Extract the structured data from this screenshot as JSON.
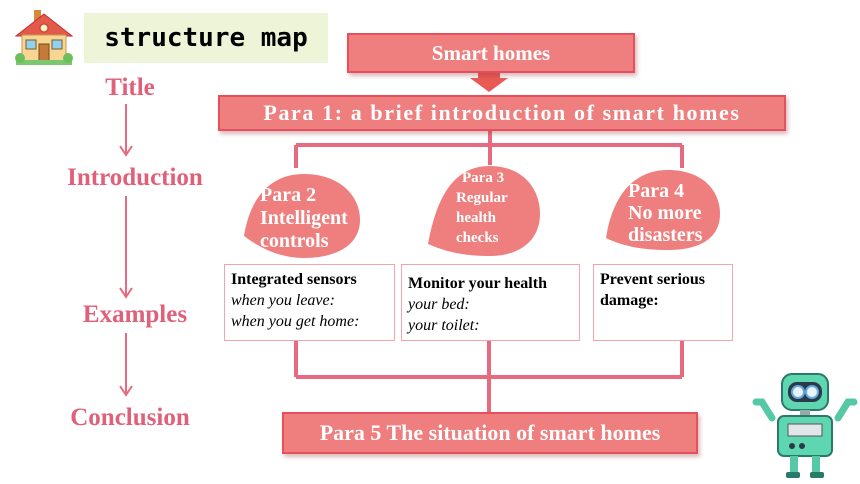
{
  "header": {
    "label": "structure map",
    "icon": "house-icon"
  },
  "sidebar": {
    "title": "Title",
    "introduction": "Introduction",
    "examples": "Examples",
    "conclusion": "Conclusion"
  },
  "diagram": {
    "top_box": "Smart homes",
    "para1": "Para 1: a brief introduction of smart homes",
    "bubbles": [
      {
        "line1": "Para 2",
        "line2": "Intelligent",
        "line3": "controls"
      },
      {
        "line1": "Para 3",
        "line2": "Regular",
        "line3": "health",
        "line4": "checks"
      },
      {
        "line1": "Para 4",
        "line2": "No more",
        "line3": "disasters"
      }
    ],
    "cards": [
      {
        "heading": "Integrated sensors",
        "line1": "when you leave:",
        "line2": "when you get home:"
      },
      {
        "heading": "Monitor your health",
        "line1": "your bed:",
        "line2": "your toilet:"
      },
      {
        "heading": "Prevent serious",
        "line1": "damage:"
      }
    ],
    "para5": "Para 5  The situation of smart homes"
  },
  "colors": {
    "accent_pink": "#ef7f7f",
    "border_red": "#e6505e",
    "side_text": "#e0607a",
    "connector": "#e86a80",
    "robot_teal": "#5ed6b0"
  },
  "decor": {
    "robot": "robot-icon"
  }
}
